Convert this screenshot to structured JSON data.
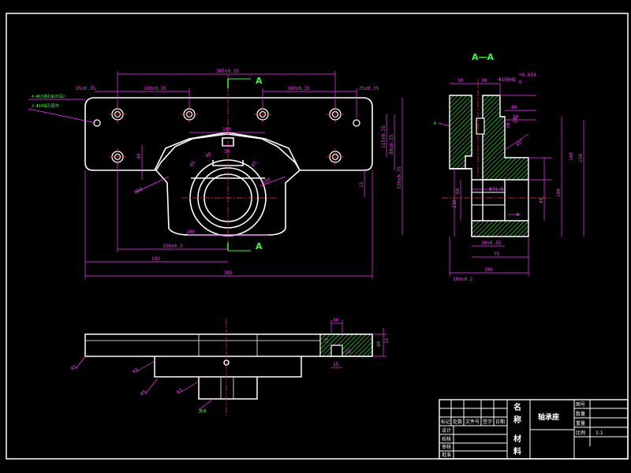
{
  "colors": {
    "background": "#000000",
    "outline": "#ffffff",
    "dimension": "#ff33ff",
    "centerline": "#ff3333",
    "hatch": "#33ff33",
    "annotation": "#33ff33"
  },
  "section_marks": {
    "cut_top": "A",
    "cut_bottom": "A",
    "section_title": "A—A"
  },
  "front_view": {
    "dim_overall_top": "385±0.35",
    "dim_left_edge": "25±0.35",
    "dim_hole_pitch_left": "100±0.35",
    "dim_hole_pitch_right": "100±0.35",
    "dim_right_edge": "25±0.35",
    "dim_boss_width": "100",
    "dim_center_small": "30",
    "dim_slot_width": "40",
    "dim_bore_bottom": "100",
    "dim_half_bottom": "150±0.3",
    "dim_half_total": "192",
    "dim_overall_bottom": "385",
    "dim_left_vertical": "40",
    "dim_right_v1": "115±0.35",
    "dim_right_v2": "80±0.35",
    "dim_right_v3": "230±0.35",
    "dim_right_small": "15",
    "dim_radius_left": "R50",
    "dim_radius_right": "R50",
    "dim_r1": "R5",
    "dim_r2": "R5",
    "note_line1": "4-Φ13通孔Φ20深2",
    "note_line2": "2-Φ10销孔配作"
  },
  "section_view": {
    "dim_top_a": "30",
    "dim_top_b": "30",
    "dim_bore": "Φ100H8",
    "dim_tol_upper": "+0.054",
    "dim_tol_lower": "0",
    "dim_r1": "40",
    "dim_r2": "20",
    "dim_r3": "10",
    "dim_chamfer": "45°",
    "dim_v1": "48",
    "dim_v2": "100",
    "dim_v3": "140",
    "dim_v4": "150",
    "dim_v5": "20",
    "dim_inner1": "Φ71.5",
    "dim_left_v1": "60",
    "dim_left_v2": "230",
    "dim_bottom1": "30±0.35",
    "dim_bottom2": "75",
    "dim_bottom3": "100",
    "dim_overall": "100±0.2",
    "label_a": "A",
    "label_b": "B"
  },
  "top_view": {
    "dim_a": "30",
    "dim_b": "15",
    "dim_c": "10",
    "dim_d": "15",
    "dim_r1": "R5",
    "dim_r2": "R3",
    "dim_r3": "R5",
    "dim_r4": "R3",
    "dim_side1": "40",
    "dim_side2": "15",
    "label": "其余"
  },
  "title_block": {
    "name_char1": "名",
    "name_char2": "称",
    "material_char1": "材",
    "material_char2": "料",
    "part_name": "轴承座",
    "label_drawing_no": "图号",
    "label_quantity": "数量",
    "label_weight": "重量",
    "label_scale": "比例",
    "scale_value": "1:1",
    "hdr_mark": "标记",
    "hdr_count": "处数",
    "hdr_file": "文件号",
    "hdr_sign": "签字",
    "hdr_date": "日期",
    "role_design": "设计",
    "role_check": "校核",
    "role_review": "审核",
    "role_approve": "批准"
  }
}
